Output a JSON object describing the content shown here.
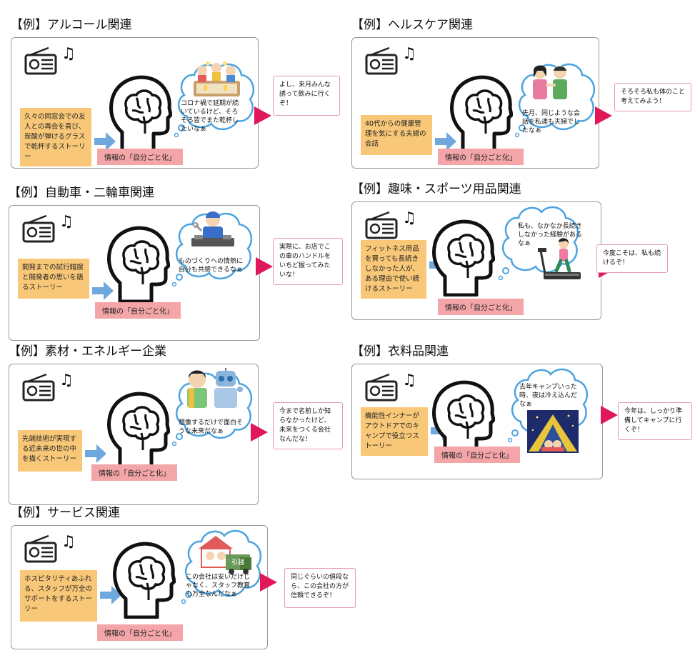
{
  "panels": [
    {
      "heading": "【例】アルコール関連",
      "story": "久々の同窓会での友人との再会を喜び、炭酸が弾けるグラスで乾杯するストーリー",
      "thought": "コロナ禍で延期が続いているけど、そろそろ皆でまた乾杯したいなぁ",
      "reply": "よし、来月みんな誘って飲みに行くぞ！",
      "label": "情報の「自分ごと化」",
      "illus": "party-icon"
    },
    {
      "heading": "【例】ヘルスケア関連",
      "story": "40代からの健康管理を気にする夫婦の会話",
      "thought": "先月、同じような会話を私達も夫婦でしたなぁ",
      "reply": "そろそろ私も体のこと考えてみよう！",
      "label": "情報の「自分ごと化」",
      "illus": "couple-icon"
    },
    {
      "heading": "【例】自動車・二輪車関連",
      "story": "開発までの試行錯誤と開発者の思いを語るストーリー",
      "thought": "ものづくりへの情熱に自分も共感できるなぁ",
      "reply": "実際に、お店でこの車のハンドルをいちど握ってみたいな！",
      "label": "情報の「自分ごと化」",
      "illus": "mechanic-icon"
    },
    {
      "heading": "【例】趣味・スポーツ用品関連",
      "story": "フィットネス用品を買っても長続きしなかった人が、ある理由で使い続けるストーリー",
      "thought": "私も、なかなか長続きしなかった経験があるなぁ",
      "reply": "今度こそは、私も続けるぞ！",
      "label": "情報の「自分ごと化」",
      "illus": "treadmill-icon"
    },
    {
      "heading": "【例】素材・エネルギー企業",
      "story": "先端技術が実現する近未来の世の中を描くストーリー",
      "thought": "想像するだけで面白そうな未来だなぁ",
      "reply": "今まで名前しか知らなかったけど、未来をつくる会社なんだな！",
      "label": "情報の「自分ごと化」",
      "illus": "robot-icon"
    },
    {
      "heading": "【例】衣料品関連",
      "story": "機能性インナーがアウトドアでのキャンプで役立つストーリー",
      "thought": "去年キャンプいった時、夜は冷え込んだなぁ",
      "reply": "今年は、しっかり準備してキャンプに行くぞ！",
      "label": "情報の「自分ごと化」",
      "illus": "tent-icon"
    },
    {
      "heading": "【例】サービス関連",
      "story": "ホスピタリティあふれる、スタッフが万全のサポートをするストーリー",
      "thought": "この会社は安いだけじゃなく、スタッフ教育も万全なんだなぁ",
      "reply": "同じぐらいの値段なら、この会社の方が信頼できるぞ！",
      "label": "情報の「自分ごと化」",
      "illus": "moving-icon",
      "truck_text": "引越"
    }
  ],
  "colors": {
    "story_bg": "#f8c878",
    "label_bg": "#f3a5a8",
    "arrow_blue": "#6fa8dc",
    "pink": "#e0185a",
    "cloud_border": "#4ba3e0"
  }
}
